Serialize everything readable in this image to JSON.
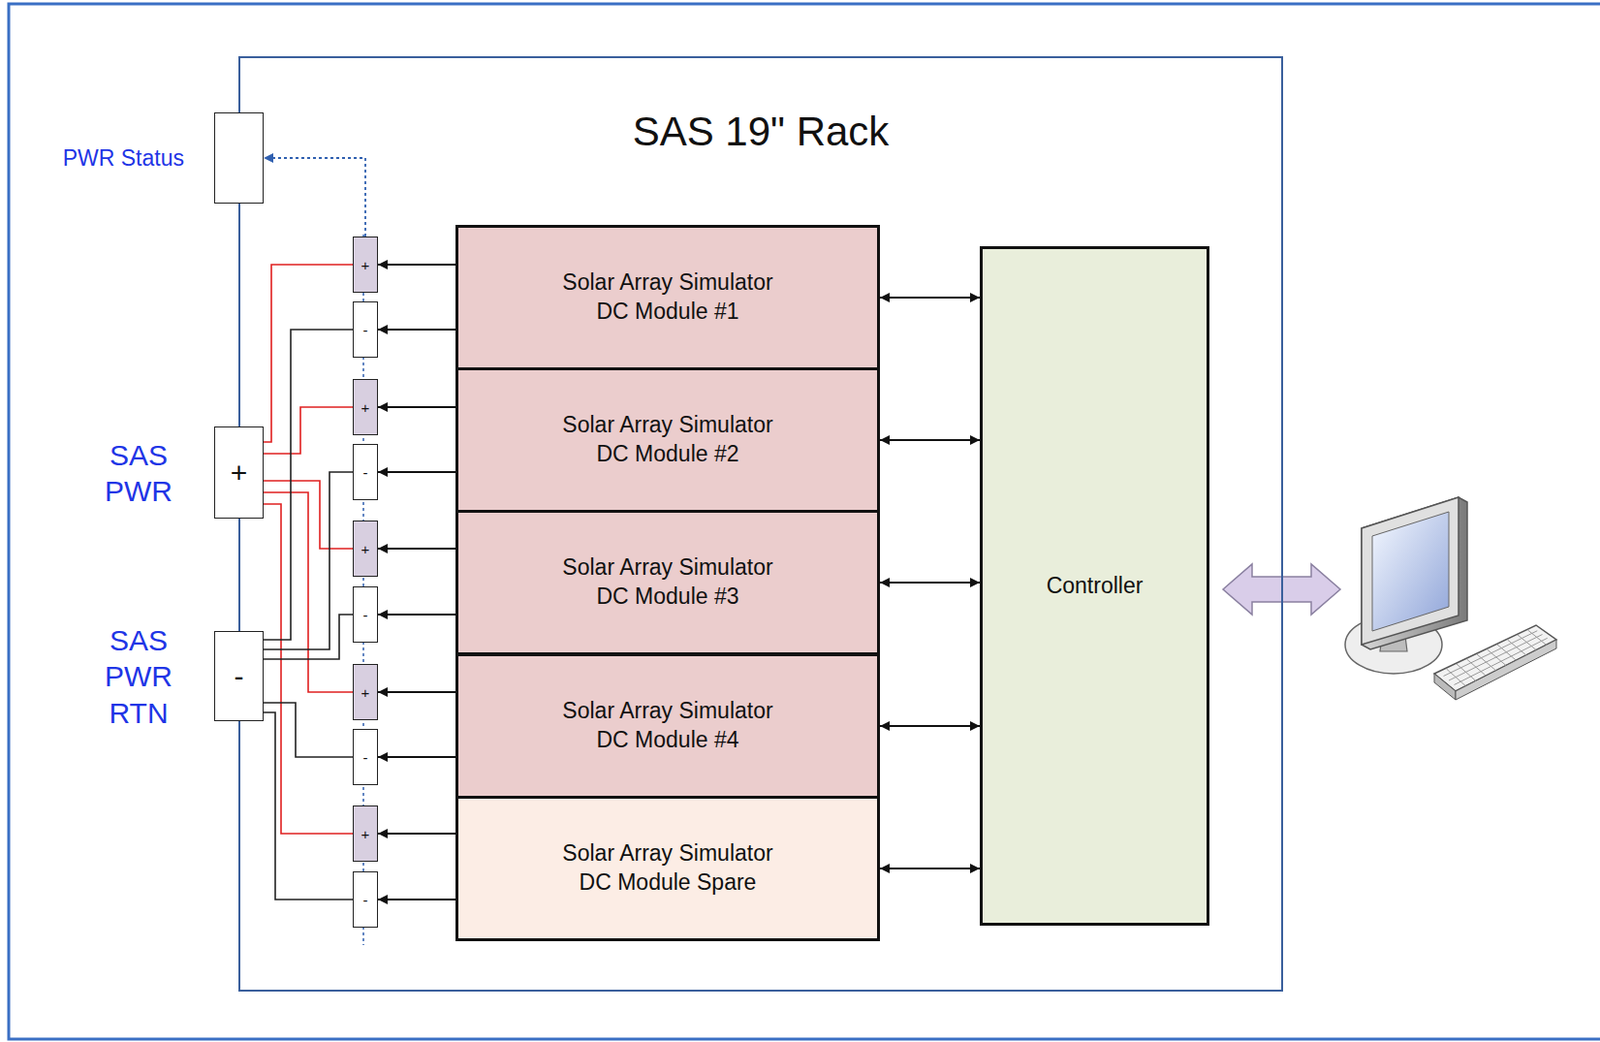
{
  "diagram": {
    "nodes": [
      {
        "text": [
          "SAS 19\" Rack"
        ]
      },
      {
        "text": [
          "PWR Status"
        ]
      },
      {
        "text": [
          "SAS PWR",
          "+"
        ]
      },
      {
        "text": [
          "SAS PWR RTN",
          "-"
        ]
      },
      {
        "text": [
          "+"
        ],
        "in": 0
      },
      {
        "text": [
          "-"
        ],
        "in": 0
      },
      {
        "text": [
          "+"
        ],
        "in": 0
      },
      {
        "text": [
          "-"
        ],
        "in": 0
      },
      {
        "text": [
          "+"
        ],
        "in": 0
      },
      {
        "text": [
          "-"
        ],
        "in": 0
      },
      {
        "text": [
          "+"
        ],
        "in": 0
      },
      {
        "text": [
          "-"
        ],
        "in": 0
      },
      {
        "text": [
          "+"
        ],
        "in": 0
      },
      {
        "text": [
          "-"
        ],
        "in": 0
      },
      {
        "text": [
          "Solar Array Simulator DC Module #1"
        ],
        "in": 0
      },
      {
        "text": [
          "Solar Array Simulator DC Module #2"
        ],
        "in": 0
      },
      {
        "text": [
          "Solar Array Simulator DC Module #3"
        ],
        "in": 0
      },
      {
        "text": [
          "Solar Array Simulator DC Module #4"
        ],
        "in": 0
      },
      {
        "text": [
          "Solar Array Simulator DC Module Spare"
        ],
        "in": 0
      },
      {
        "text": [
          "Controller"
        ],
        "in": 0
      }
    ],
    "edges": [
      {
        "from": 14,
        "to": 4,
        "arrow": "to"
      },
      {
        "from": 14,
        "to": 5,
        "arrow": "to"
      },
      {
        "from": 15,
        "to": 6,
        "arrow": "to"
      },
      {
        "from": 15,
        "to": 7,
        "arrow": "to"
      },
      {
        "from": 16,
        "to": 8,
        "arrow": "to"
      },
      {
        "from": 16,
        "to": 9,
        "arrow": "to"
      },
      {
        "from": 17,
        "to": 10,
        "arrow": "to"
      },
      {
        "from": 17,
        "to": 11,
        "arrow": "to"
      },
      {
        "from": 18,
        "to": 12,
        "arrow": "to"
      },
      {
        "from": 18,
        "to": 13,
        "arrow": "to"
      },
      {
        "from": 14,
        "to": 19,
        "arrow": "both"
      },
      {
        "from": 15,
        "to": 19,
        "arrow": "both"
      },
      {
        "from": 16,
        "to": 19,
        "arrow": "both"
      },
      {
        "from": 17,
        "to": 19,
        "arrow": "both"
      },
      {
        "from": 18,
        "to": 19,
        "arrow": "both"
      },
      {
        "from": 2,
        "to": 4,
        "arrow": "none"
      },
      {
        "from": 2,
        "to": 6,
        "arrow": "none"
      },
      {
        "from": 2,
        "to": 8,
        "arrow": "none"
      },
      {
        "from": 2,
        "to": 10,
        "arrow": "none"
      },
      {
        "from": 2,
        "to": 12,
        "arrow": "none"
      },
      {
        "from": 3,
        "to": 5,
        "arrow": "none"
      },
      {
        "from": 3,
        "to": 7,
        "arrow": "none"
      },
      {
        "from": 3,
        "to": 9,
        "arrow": "none"
      },
      {
        "from": 3,
        "to": 11,
        "arrow": "none"
      },
      {
        "from": 3,
        "to": 13,
        "arrow": "none"
      },
      {
        "from": 4,
        "to": 1,
        "arrow": "to"
      }
    ]
  }
}
